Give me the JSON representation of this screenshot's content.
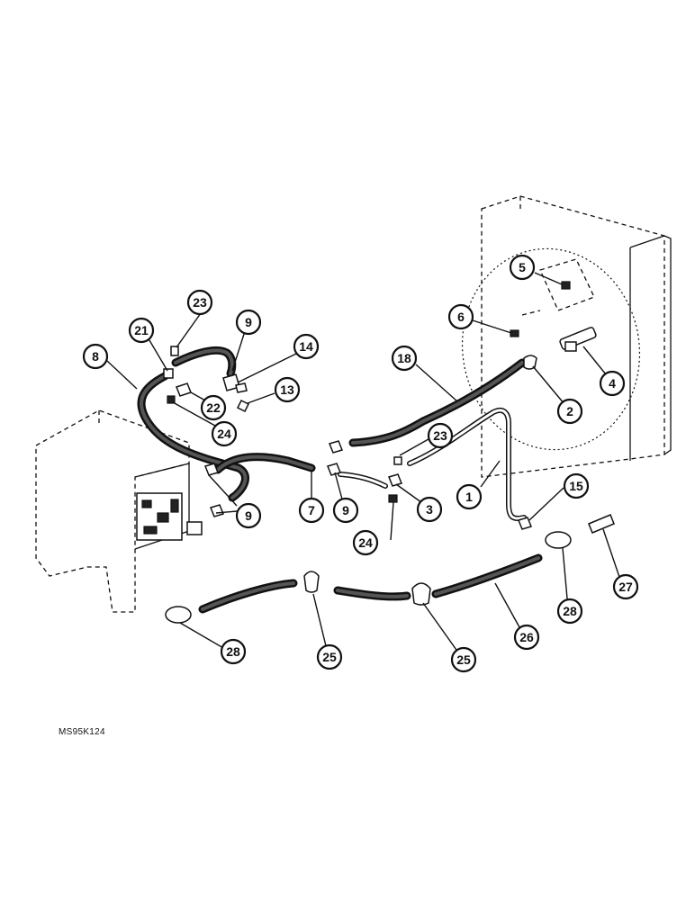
{
  "figure_code": "MS95K124",
  "callouts": [
    {
      "id": "c-5",
      "label": "5"
    },
    {
      "id": "c-6",
      "label": "6"
    },
    {
      "id": "c-4",
      "label": "4"
    },
    {
      "id": "c-2",
      "label": "2"
    },
    {
      "id": "c-18",
      "label": "18"
    },
    {
      "id": "c-23a",
      "label": "23"
    },
    {
      "id": "c-21",
      "label": "21"
    },
    {
      "id": "c-9a",
      "label": "9"
    },
    {
      "id": "c-14",
      "label": "14"
    },
    {
      "id": "c-8",
      "label": "8"
    },
    {
      "id": "c-13",
      "label": "13"
    },
    {
      "id": "c-22",
      "label": "22"
    },
    {
      "id": "c-24a",
      "label": "24"
    },
    {
      "id": "c-23b",
      "label": "23"
    },
    {
      "id": "c-1",
      "label": "1"
    },
    {
      "id": "c-15",
      "label": "15"
    },
    {
      "id": "c-9b",
      "label": "9"
    },
    {
      "id": "c-7",
      "label": "7"
    },
    {
      "id": "c-9c",
      "label": "9"
    },
    {
      "id": "c-3",
      "label": "3"
    },
    {
      "id": "c-24b",
      "label": "24"
    },
    {
      "id": "c-27",
      "label": "27"
    },
    {
      "id": "c-28a",
      "label": "28"
    },
    {
      "id": "c-28b",
      "label": "28"
    },
    {
      "id": "c-25a",
      "label": "25"
    },
    {
      "id": "c-25b",
      "label": "25"
    },
    {
      "id": "c-26",
      "label": "26"
    }
  ]
}
